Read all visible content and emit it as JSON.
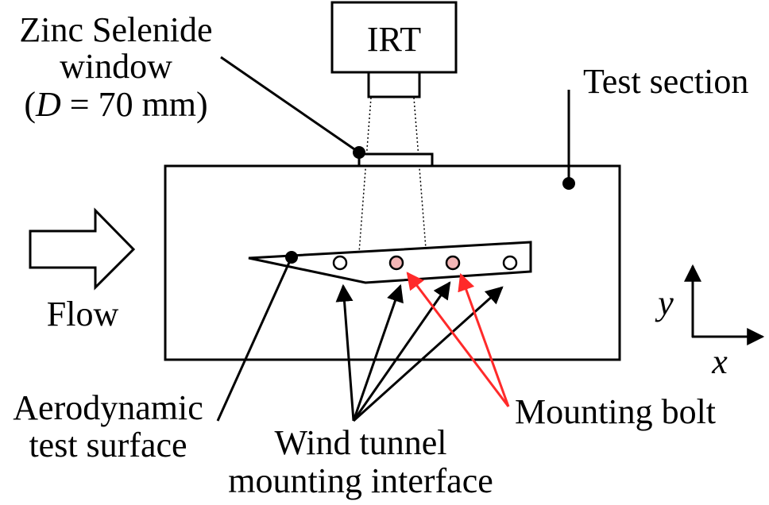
{
  "labels": {
    "window_line1": "Zinc Selenide",
    "window_line2": "window",
    "window_line3_open": "(",
    "window_line3_var": "D",
    "window_line3_rest": " = 70 mm)",
    "irt": "IRT",
    "test_section": "Test section",
    "flow": "Flow",
    "surface_line1": "Aerodynamic",
    "surface_line2": "test surface",
    "interface_line1": "Wind tunnel",
    "interface_line2": "mounting interface",
    "mounting_bolt": "Mounting bolt",
    "axis_y": "y",
    "axis_x": "x"
  },
  "colors": {
    "ink": "#000000",
    "bolt_fill": "#f4b6b6",
    "bolt_arrow": "#ff2a2a",
    "background": "#ffffff"
  }
}
